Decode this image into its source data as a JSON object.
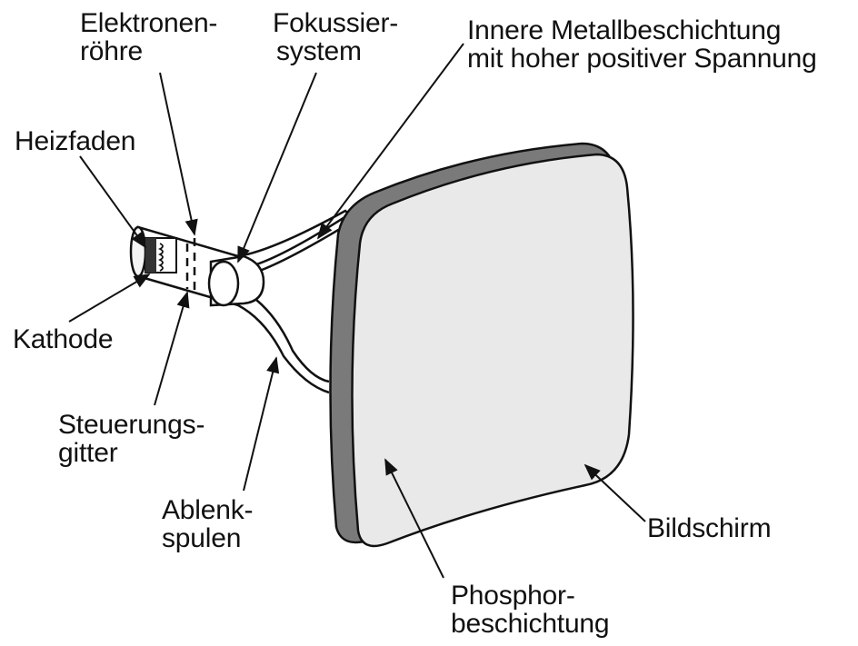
{
  "labels": {
    "elektronenroehre": [
      "Elektronen-",
      "röhre"
    ],
    "fokussiersystem": [
      "Fokussier-",
      "system"
    ],
    "metallbeschichtung": [
      "Innere Metallbeschichtung",
      "mit hoher positiver Spannung"
    ],
    "heizfaden": [
      "Heizfaden"
    ],
    "kathode": [
      "Kathode"
    ],
    "steuerungsgitter": [
      "Steuerungs-",
      "gitter"
    ],
    "ablenkspulen": [
      "Ablenk-",
      "spulen"
    ],
    "bildschirm": [
      "Bildschirm"
    ],
    "phosphorbeschichtung": [
      "Phosphor-",
      "beschichtung"
    ]
  },
  "colors": {
    "ink": "#111111",
    "screen_face": "#e9e9e9",
    "screen_rim": "#7a7a7a",
    "tube": "#ffffff"
  }
}
